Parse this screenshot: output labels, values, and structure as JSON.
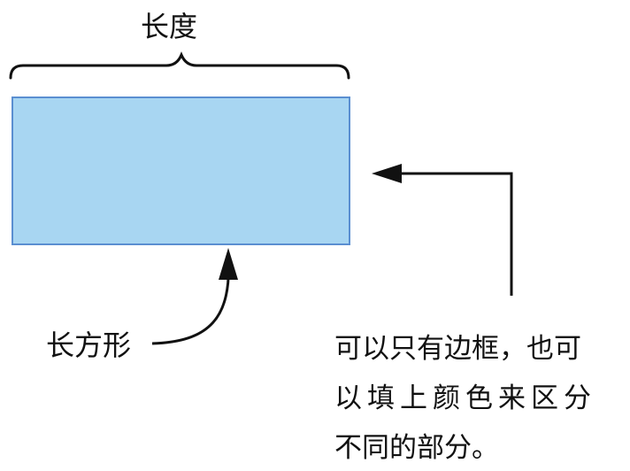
{
  "labels": {
    "length": "长度",
    "rectangle": "长方形"
  },
  "note": {
    "line1": "可以只有边框，也可",
    "line2": "以填上颜色来区分",
    "line3": "不同的部分。"
  },
  "colors": {
    "rectangle_fill": "#a8d6f2",
    "rectangle_stroke": "#5b8fd1",
    "line": "#111111",
    "text": "#111111"
  }
}
